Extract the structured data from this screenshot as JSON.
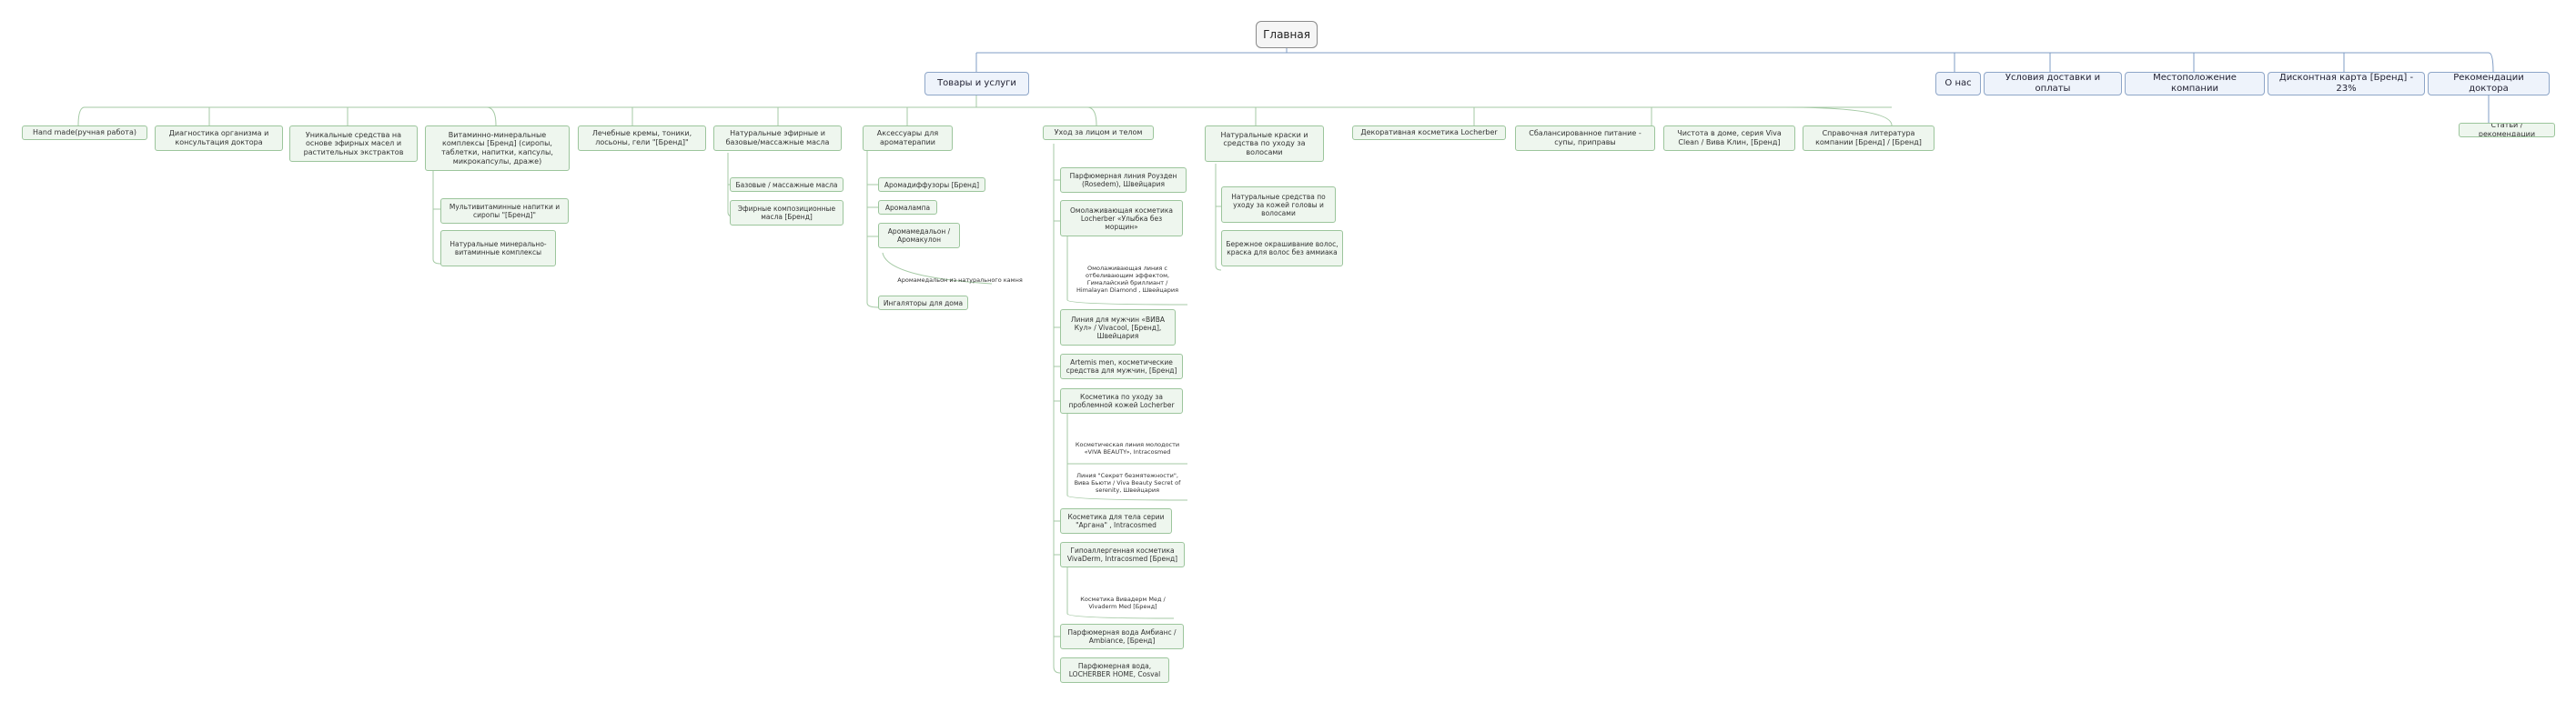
{
  "root": {
    "label": "Главная"
  },
  "top": [
    {
      "label": "Товары и услуги"
    },
    {
      "label": "О нас"
    },
    {
      "label": "Условия доставки и оплаты"
    },
    {
      "label": "Местоположение компании"
    },
    {
      "label": "Дисконтная карта [Бренд] - 23%"
    },
    {
      "label": "Рекомендации доктора"
    }
  ],
  "doctor": [
    {
      "label": "Статьи / рекомендации"
    }
  ],
  "products": [
    {
      "label": "Hand made(ручная работа)"
    },
    {
      "label": "Диагностика организма и консультация доктора"
    },
    {
      "label": "Уникальные средства на основе эфирных масел и растительных экстрактов"
    },
    {
      "label": "Витаминно-минеральные комплексы [Бренд] (сиропы, таблетки, напитки, капсулы, микрокапсулы, драже)"
    },
    {
      "label": "Лечебные кремы, тоники, лосьоны, гели \"[Бренд]\""
    },
    {
      "label": "Натуральные эфирные и базовые/массажные масла"
    },
    {
      "label": "Аксессуары для ароматерапии"
    },
    {
      "label": "Уход за лицом и телом"
    },
    {
      "label": "Натуральные краски и средства по уходу за волосами"
    },
    {
      "label": "Декоративная косметика Locherber"
    },
    {
      "label": "Сбалансированное питание - супы, приправы"
    },
    {
      "label": "Чистота в доме, серия Viva Clean / Вива Клин, [Бренд]"
    },
    {
      "label": "Справочная литература компании [Бренд] / [Бренд]"
    }
  ],
  "vitamins": [
    {
      "label": "Мультивитаминные напитки и сиропы \"[Бренд]\""
    },
    {
      "label": "Натуральные минерально-витаминные комплексы"
    }
  ],
  "oils": [
    {
      "label": "Базовые / массажные масла"
    },
    {
      "label": "Эфирные композиционные масла [Бренд]"
    }
  ],
  "aroma": [
    {
      "label": "Аромадиффузоры [Бренд]"
    },
    {
      "label": "Аромалампа"
    },
    {
      "label": "Аромамедальон / Аромакулон"
    },
    {
      "label": "Аромамедальон из натурального камня"
    },
    {
      "label": "Ингаляторы для дома"
    }
  ],
  "care": [
    {
      "label": "Парфюмерная линия Роузден (Rosedem), Швейцария"
    },
    {
      "label": "Омолаживающая косметика Locherber «Улыбка без морщин»"
    },
    {
      "label": "Омолаживающая линия с отбеливающим эффектом, Гималайский бриллиант / Himalayan Diamond , Швейцария"
    },
    {
      "label": "Линия для мужчин «ВИВА Кул» / Vivacool, [Бренд], Швейцария"
    },
    {
      "label": "Artemis men, косметические средства для мужчин, [Бренд]"
    },
    {
      "label": "Косметика по уходу за проблемной кожей Locherber"
    },
    {
      "label": "Косметическая линия молодости «VIVA BEAUTY», Intraсosmed"
    },
    {
      "label": "Линия \"Секрет безмятежности\", Вива Бьюти / Viva Beauty Secret of serenity, Швейцария"
    },
    {
      "label": "Косметика для тела серии \"Аргана\" , Intraсosmed"
    },
    {
      "label": "Гипоаллергенная косметика VivaDerm, Intraсosmed [Бренд]"
    },
    {
      "label": "Косметика Вивадерм Мед / Vivaderm Med [Бренд]"
    },
    {
      "label": "Парфюмерная вода Амбианс / Ambiance, [Бренд]"
    },
    {
      "label": "Парфюмерная вода, LOCHERBER HOME, Cosval"
    }
  ],
  "hair": [
    {
      "label": "Натуральные средства по уходу за кожей головы и волосами"
    },
    {
      "label": "Бережное окрашивание волос, краска для волос без аммиака"
    }
  ]
}
